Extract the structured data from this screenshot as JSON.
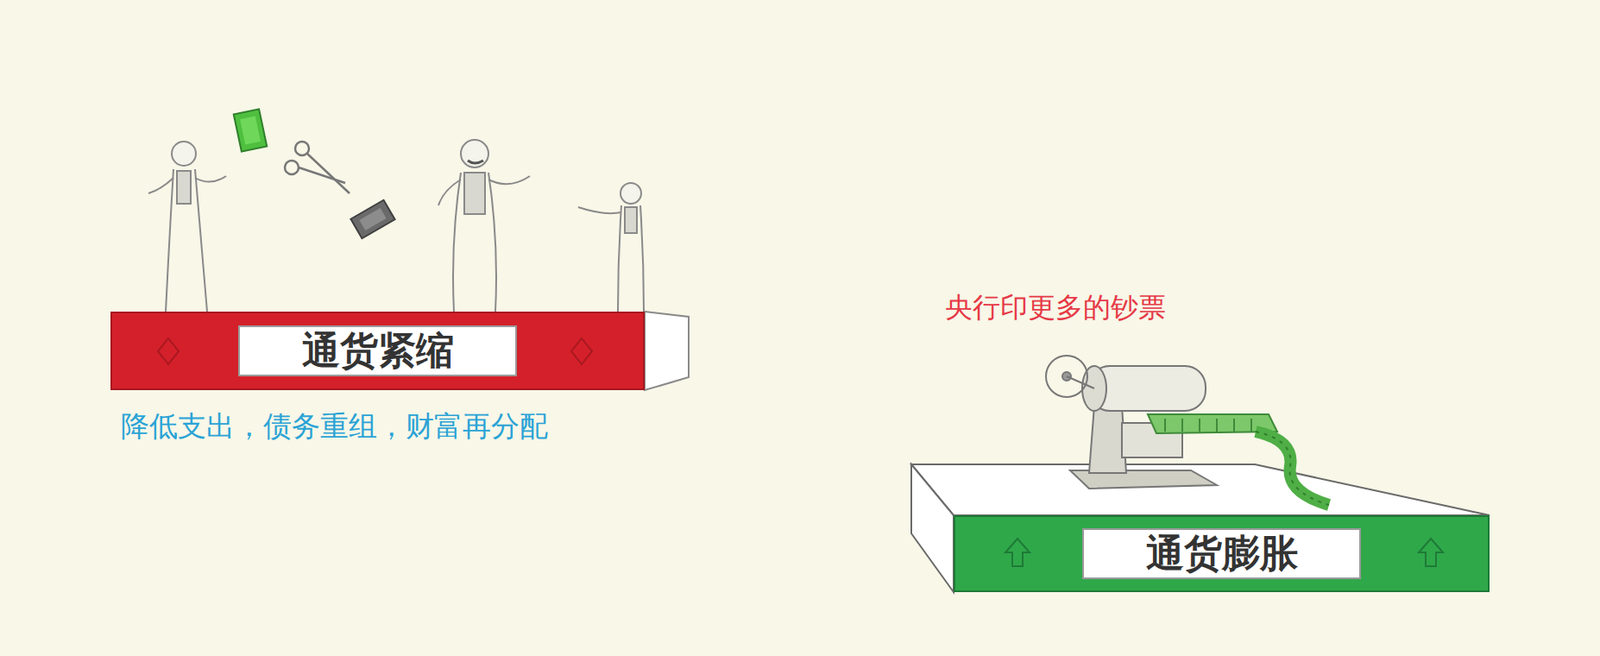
{
  "diagram": {
    "nodes": [
      {
        "text": [
          "通货紧缩"
        ]
      },
      {
        "text": [
          "通货膨胀"
        ]
      }
    ],
    "labels": [
      "降低支出，债务重组，财富再分配",
      "央行印更多的钞票"
    ]
  }
}
